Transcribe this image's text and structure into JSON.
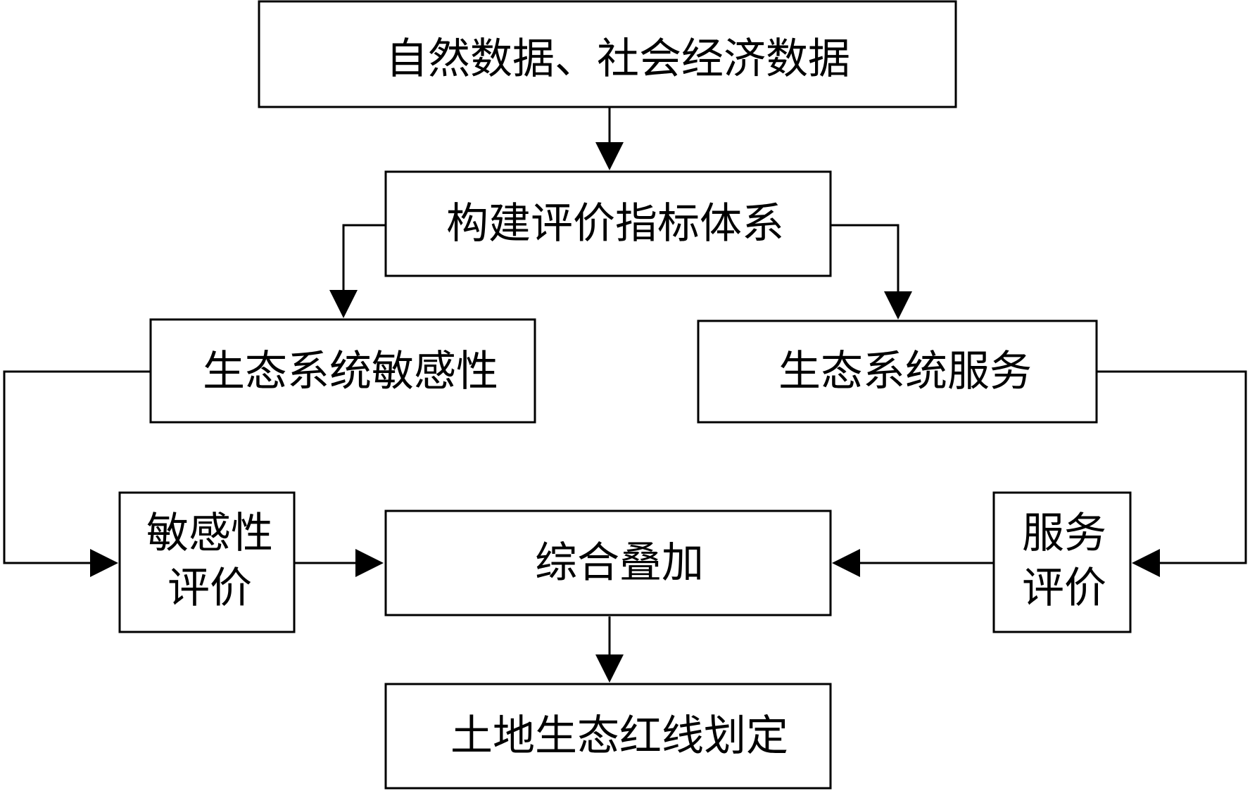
{
  "nodes": {
    "data_sources": "自然数据、社会经济数据",
    "build_index_system": "构建评价指标体系",
    "ecosystem_sensitivity": "生态系统敏感性",
    "ecosystem_services": "生态系统服务",
    "sensitivity_evaluation_line1": "敏感性",
    "sensitivity_evaluation_line2": "评价",
    "comprehensive_overlay": "综合叠加",
    "service_evaluation_line1": "服务",
    "service_evaluation_line2": "评价",
    "redline_delineation": "土地生态红线划定"
  },
  "colors": {
    "stroke": "#000000",
    "background": "#ffffff"
  }
}
